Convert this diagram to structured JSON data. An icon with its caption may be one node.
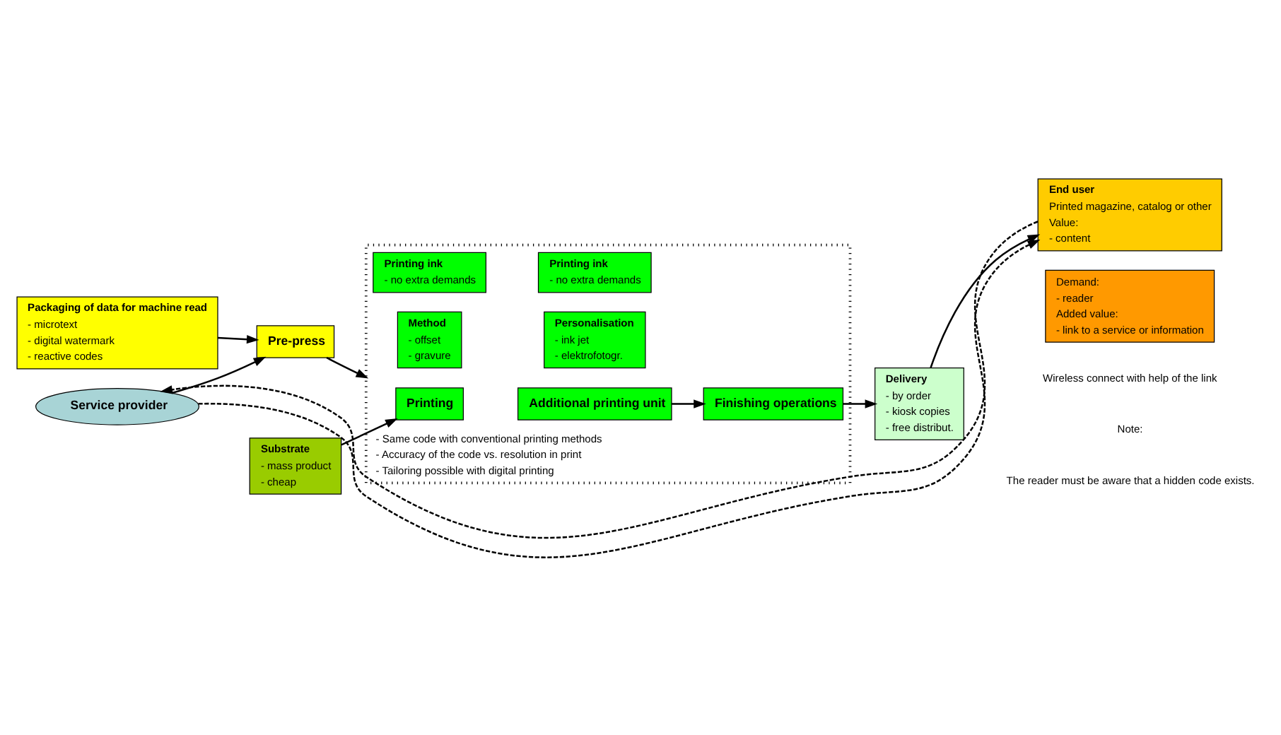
{
  "diagram": {
    "nodes": [
      {
        "text": [
          "Packaging of data for machine read",
          "- microtext",
          "- digital watermark",
          "- reactive codes"
        ]
      },
      {
        "text": [
          "Pre-press"
        ]
      },
      {
        "text": [
          "Service provider"
        ]
      },
      {
        "text": [
          "- Same code with conventional printing methods",
          "- Accuracy of the code vs. resolution in print",
          "- Tailoring possible with digital printing"
        ]
      },
      {
        "text": [
          "Substrate",
          "- mass product",
          "- cheap"
        ]
      },
      {
        "text": [
          "Printing"
        ],
        "in": 3
      },
      {
        "text": [
          "Additional printing unit"
        ],
        "in": 3
      },
      {
        "text": [
          "Method",
          "- offset",
          "- gravure"
        ],
        "in": 3
      },
      {
        "text": [
          "Personalisation",
          "- ink jet",
          "- elektrofotogr."
        ],
        "in": 3
      },
      {
        "text": [
          "Printing ink",
          "- no extra demands"
        ],
        "in": 3
      },
      {
        "text": [
          "Printing ink",
          "- no extra demands"
        ],
        "in": 3
      },
      {
        "text": [
          "Finishing operations"
        ],
        "in": 3
      },
      {
        "text": [
          "Delivery",
          "- by order",
          "- kiosk copies",
          "- free distribut."
        ]
      },
      {
        "text": [
          "End user",
          "Printed magazine, catalog or other",
          "Value:",
          "- content"
        ]
      },
      {
        "text": [
          "Demand:",
          "- reader",
          "Added value:",
          "- link to a service or information"
        ]
      }
    ],
    "edges": [
      {
        "from": 0,
        "to": 1,
        "arrow": "to"
      },
      {
        "from": 2,
        "to": 1,
        "arrow": "to"
      },
      {
        "from": 1,
        "to": 3,
        "arrow": "to"
      },
      {
        "from": 4,
        "to": 5,
        "arrow": "to"
      },
      {
        "from": 6,
        "to": 11,
        "arrow": "to"
      },
      {
        "from": 11,
        "to": 12,
        "arrow": "to"
      },
      {
        "from": 12,
        "to": 13,
        "arrow": "to"
      },
      {
        "from": 13,
        "to": 2,
        "arrow": "to",
        "style": "dashed"
      },
      {
        "from": 2,
        "to": 13,
        "arrow": "to",
        "style": "dashed"
      }
    ],
    "labels": [
      "Wireless connect with help of the link",
      "Note:",
      "The reader must be aware that a hidden code exists."
    ]
  }
}
